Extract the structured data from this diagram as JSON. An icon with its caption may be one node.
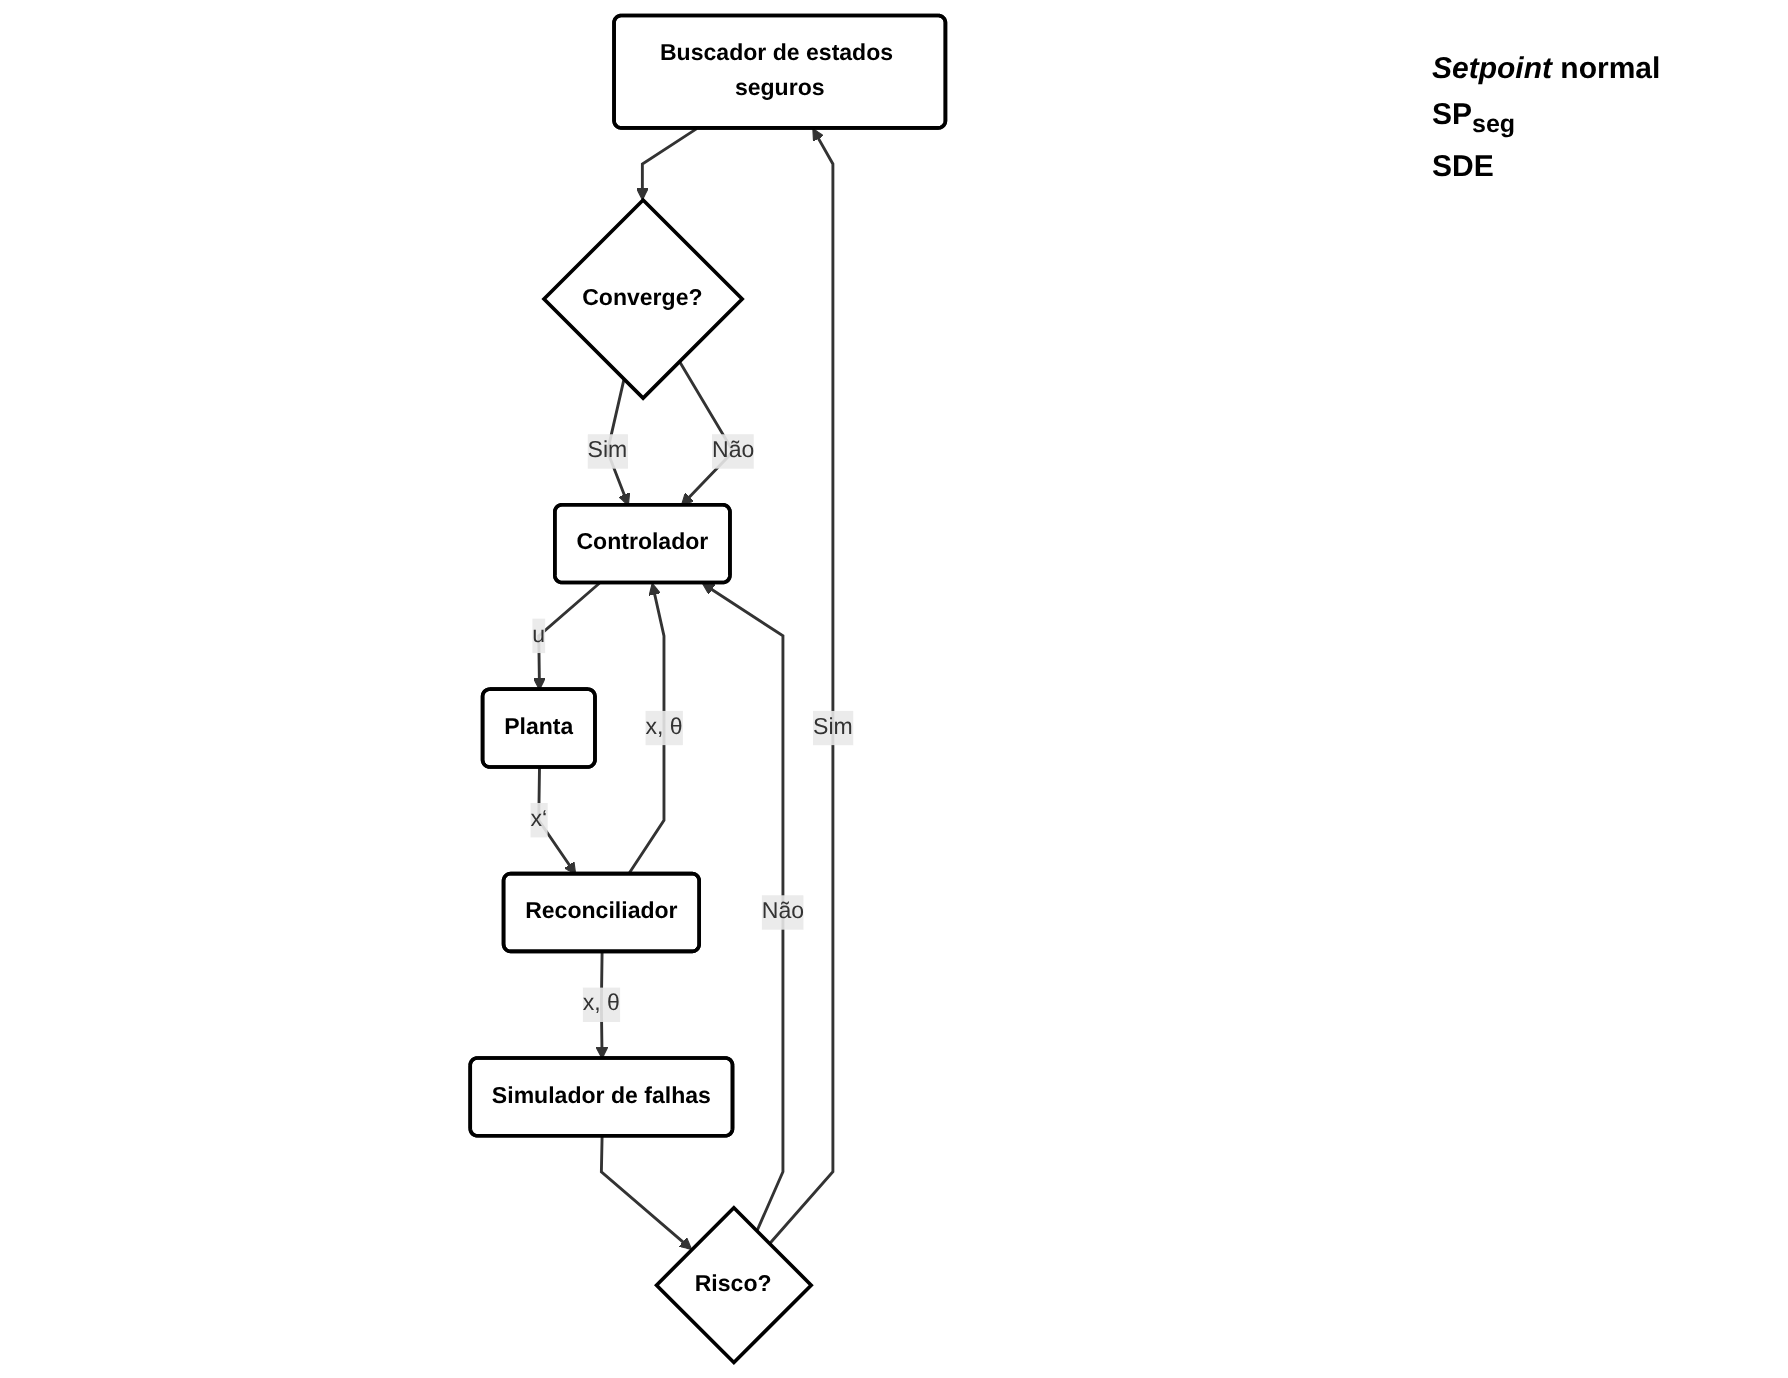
{
  "diagram": {
    "nodes": [
      {
        "text": [
          "Buscador de estados seguros"
        ]
      },
      {
        "text": [
          "Risco?"
        ]
      },
      {
        "text": [
          "Simulador de falhas"
        ]
      },
      {
        "text": [
          "Converge?"
        ]
      },
      {
        "text": [
          "Controlador"
        ]
      },
      {
        "text": [
          "Planta"
        ]
      },
      {
        "text": [
          "Reconciliador"
        ]
      }
    ],
    "edges": [
      {
        "from": 2,
        "to": 1,
        "arrow": "to"
      },
      {
        "from": 1,
        "to": 0,
        "arrow": "to",
        "label": "Sim"
      },
      {
        "from": 1,
        "to": 4,
        "arrow": "to",
        "label": "Não"
      },
      {
        "from": 0,
        "to": 3,
        "arrow": "to"
      },
      {
        "from": 3,
        "to": 4,
        "arrow": "to",
        "label": "Sim"
      },
      {
        "from": 3,
        "to": 4,
        "arrow": "to",
        "label": "Não"
      },
      {
        "from": 4,
        "to": 5,
        "arrow": "to",
        "label": "u"
      },
      {
        "from": 5,
        "to": 6,
        "arrow": "to",
        "label": "x‘"
      },
      {
        "from": 6,
        "to": 4,
        "arrow": "to",
        "label": "x, θ"
      },
      {
        "from": 6,
        "to": 2,
        "arrow": "to",
        "label": "x, θ"
      }
    ],
    "labels": [
      "*Setpoint* normal",
      "SP$_{seg}$",
      "SDE"
    ]
  }
}
